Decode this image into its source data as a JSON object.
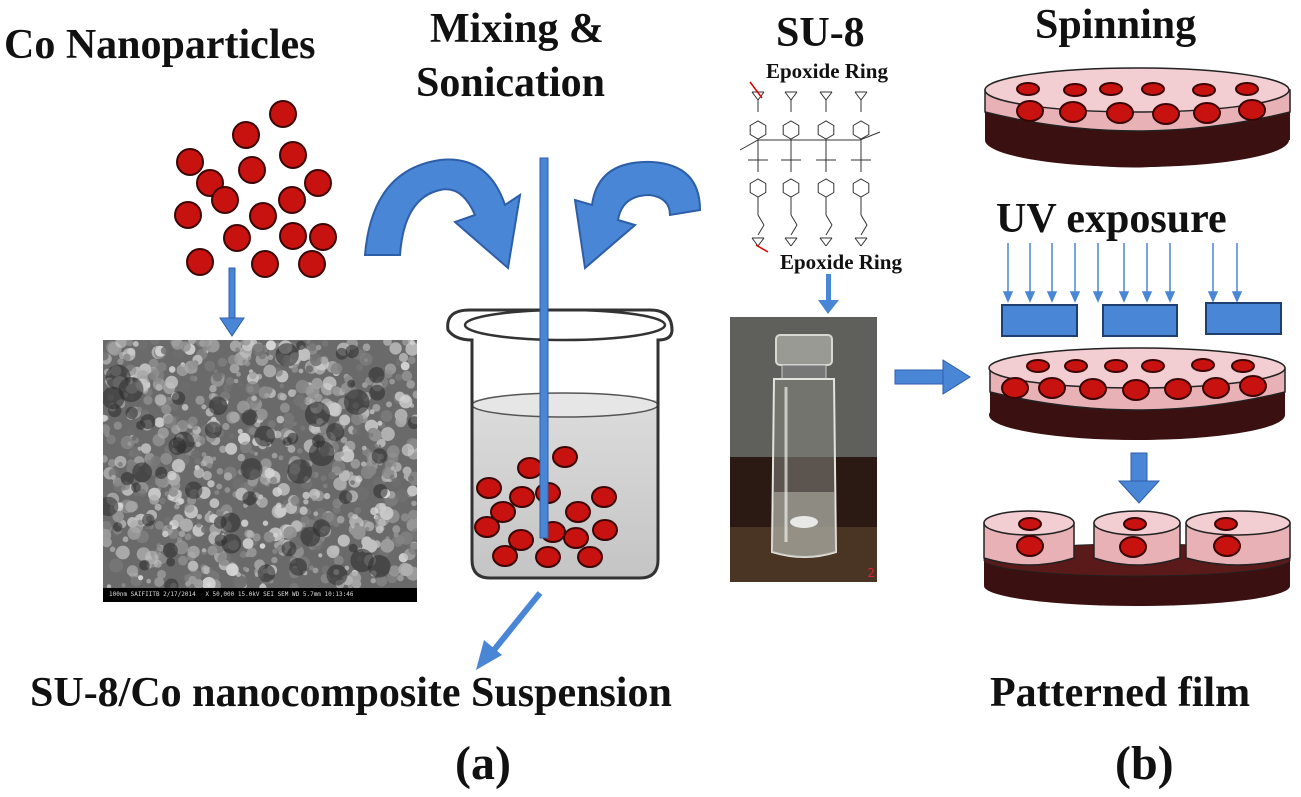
{
  "title_co": "Co Nanoparticles",
  "title_mixing_1": "Mixing &",
  "title_mixing_2": "Sonication",
  "title_su8": "SU-8",
  "title_spinning": "Spinning",
  "title_uv": "UV exposure",
  "epoxide_top": "Epoxide Ring",
  "epoxide_bottom": "Epoxide Ring",
  "caption_suspension": "SU-8/Co  nanocomposite Suspension",
  "caption_patterned": "Patterned film",
  "panel_a": "(a)",
  "panel_b": "(b)",
  "sem_info": {
    "line1": "100nm  SAIFIITB   2/17/2014",
    "line2": "X 50,000   15.0kV SEI   SEM   WD 5.7mm   10:13:46"
  },
  "photo_number": "2",
  "colors": {
    "particle": "#c8120f",
    "arrow": "#4a86d6",
    "resist_pink": "#e8b1b6",
    "substrate": "#3a1010"
  }
}
